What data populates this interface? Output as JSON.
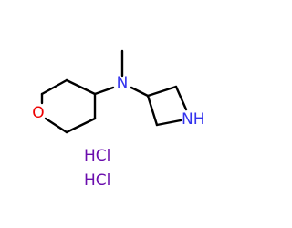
{
  "molecule": {
    "atoms": {
      "n_amine": "N",
      "o_ring": "O",
      "nh_ring": "NH"
    },
    "salts": [
      "HCl",
      "HCl"
    ]
  },
  "colors": {
    "bond": "#000000",
    "nitrogen": "#3333ee",
    "oxygen": "#ee0000",
    "chlorine_salt": "#6a0dad"
  }
}
